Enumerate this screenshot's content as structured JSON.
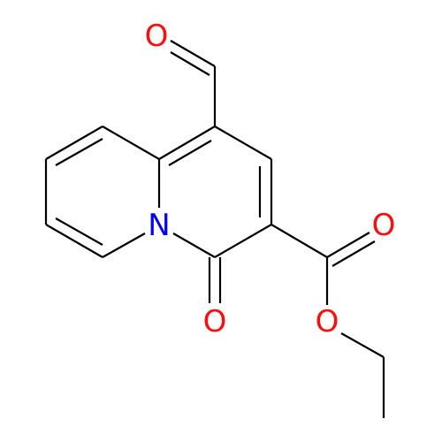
{
  "molecule": {
    "atoms": {
      "O_aldehyde": {
        "label": "O",
        "color": "#ff0d0d"
      },
      "N_ring": {
        "label": "N",
        "color": "#0000ff"
      },
      "O_lactam": {
        "label": "O",
        "color": "#ff0d0d"
      },
      "O_ester_carbonyl": {
        "label": "O",
        "color": "#ff0d0d"
      },
      "O_ester": {
        "label": "O",
        "color": "#ff0d0d"
      }
    },
    "bond_color": "#000000"
  }
}
